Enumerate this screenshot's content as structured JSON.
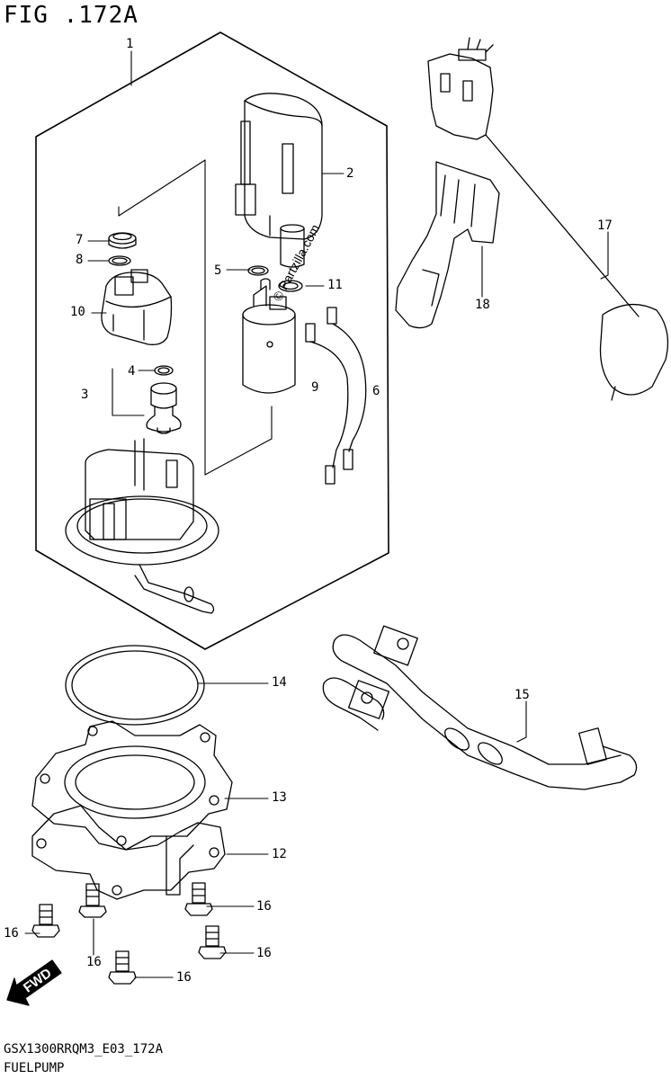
{
  "figure": {
    "title": "FIG .172A",
    "footer_code": "GSX1300RRQM3_E03_172A",
    "footer_title": "FUELPUMP"
  },
  "watermark": "© Partzilla.com",
  "fwd_label": "FWD",
  "parts": [
    {
      "id": "p1",
      "label": "1"
    },
    {
      "id": "p2",
      "label": "2"
    },
    {
      "id": "p3",
      "label": "3"
    },
    {
      "id": "p4",
      "label": "4"
    },
    {
      "id": "p5",
      "label": "5"
    },
    {
      "id": "p6",
      "label": "6"
    },
    {
      "id": "p7",
      "label": "7"
    },
    {
      "id": "p8",
      "label": "8"
    },
    {
      "id": "p9",
      "label": "9"
    },
    {
      "id": "p10",
      "label": "10"
    },
    {
      "id": "p11",
      "label": "11"
    },
    {
      "id": "p12",
      "label": "12"
    },
    {
      "id": "p13",
      "label": "13"
    },
    {
      "id": "p14",
      "label": "14"
    },
    {
      "id": "p15",
      "label": "15"
    },
    {
      "id": "p16a",
      "label": "16"
    },
    {
      "id": "p16b",
      "label": "16"
    },
    {
      "id": "p16c",
      "label": "16"
    },
    {
      "id": "p16d",
      "label": "16"
    },
    {
      "id": "p16e",
      "label": "16"
    },
    {
      "id": "p17",
      "label": "17"
    },
    {
      "id": "p18",
      "label": "18"
    }
  ]
}
